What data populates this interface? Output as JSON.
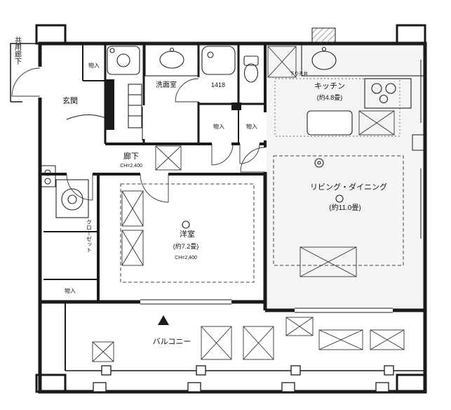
{
  "labels": {
    "shared_corridor": "共用廊下",
    "entrance": "玄関",
    "storage_top": "物入",
    "washroom": "洗面室",
    "bath_size": "1418",
    "corridor": "廊下",
    "corridor_ch": "CH=2,400",
    "storage_a": "物入",
    "storage_b": "物入",
    "kitchen": "キッチン",
    "kitchen_size": "(約4.8畳)",
    "lowered_ceiling": "下り天井",
    "living_dining": "リビング・ダイニング",
    "living_dining_size": "(約11.0畳)",
    "western_room": "洋室",
    "western_room_size": "(約7.2畳)",
    "western_room_ch": "CH=2,400",
    "closet": "クローゼット",
    "storage_bottom": "物入",
    "balcony": "バルコニー"
  },
  "colors": {
    "wall": "#1a1a1a",
    "shade": "#ebebe7",
    "paper": "#ffffff"
  }
}
